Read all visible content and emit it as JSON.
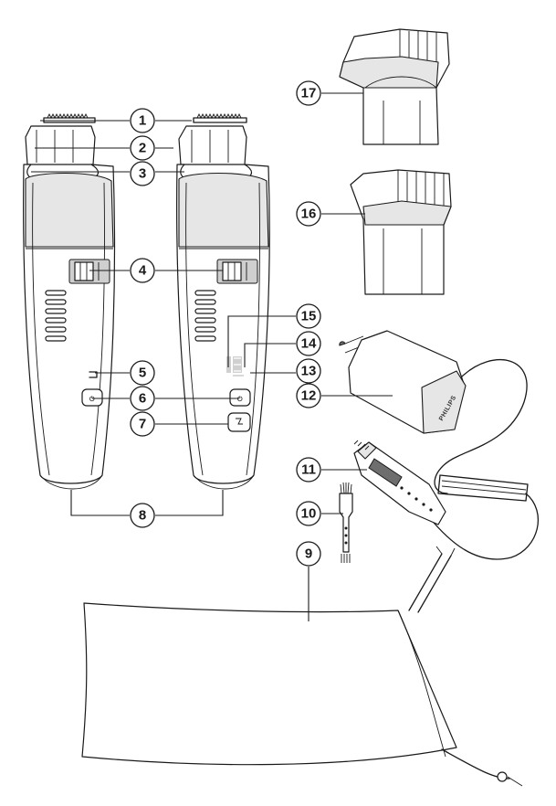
{
  "callouts": {
    "c1": "1",
    "c2": "2",
    "c3": "3",
    "c4": "4",
    "c5": "5",
    "c6": "6",
    "c7": "7",
    "c8": "8",
    "c9": "9",
    "c10": "10",
    "c11": "11",
    "c12": "12",
    "c13": "13",
    "c14": "14",
    "c15": "15",
    "c16": "16",
    "c17": "17"
  },
  "adapter_brand": "PHILIPS",
  "colors": {
    "outline": "#1a1a1a",
    "shade": "#e6e6e6",
    "dark": "#6e6e6e"
  }
}
